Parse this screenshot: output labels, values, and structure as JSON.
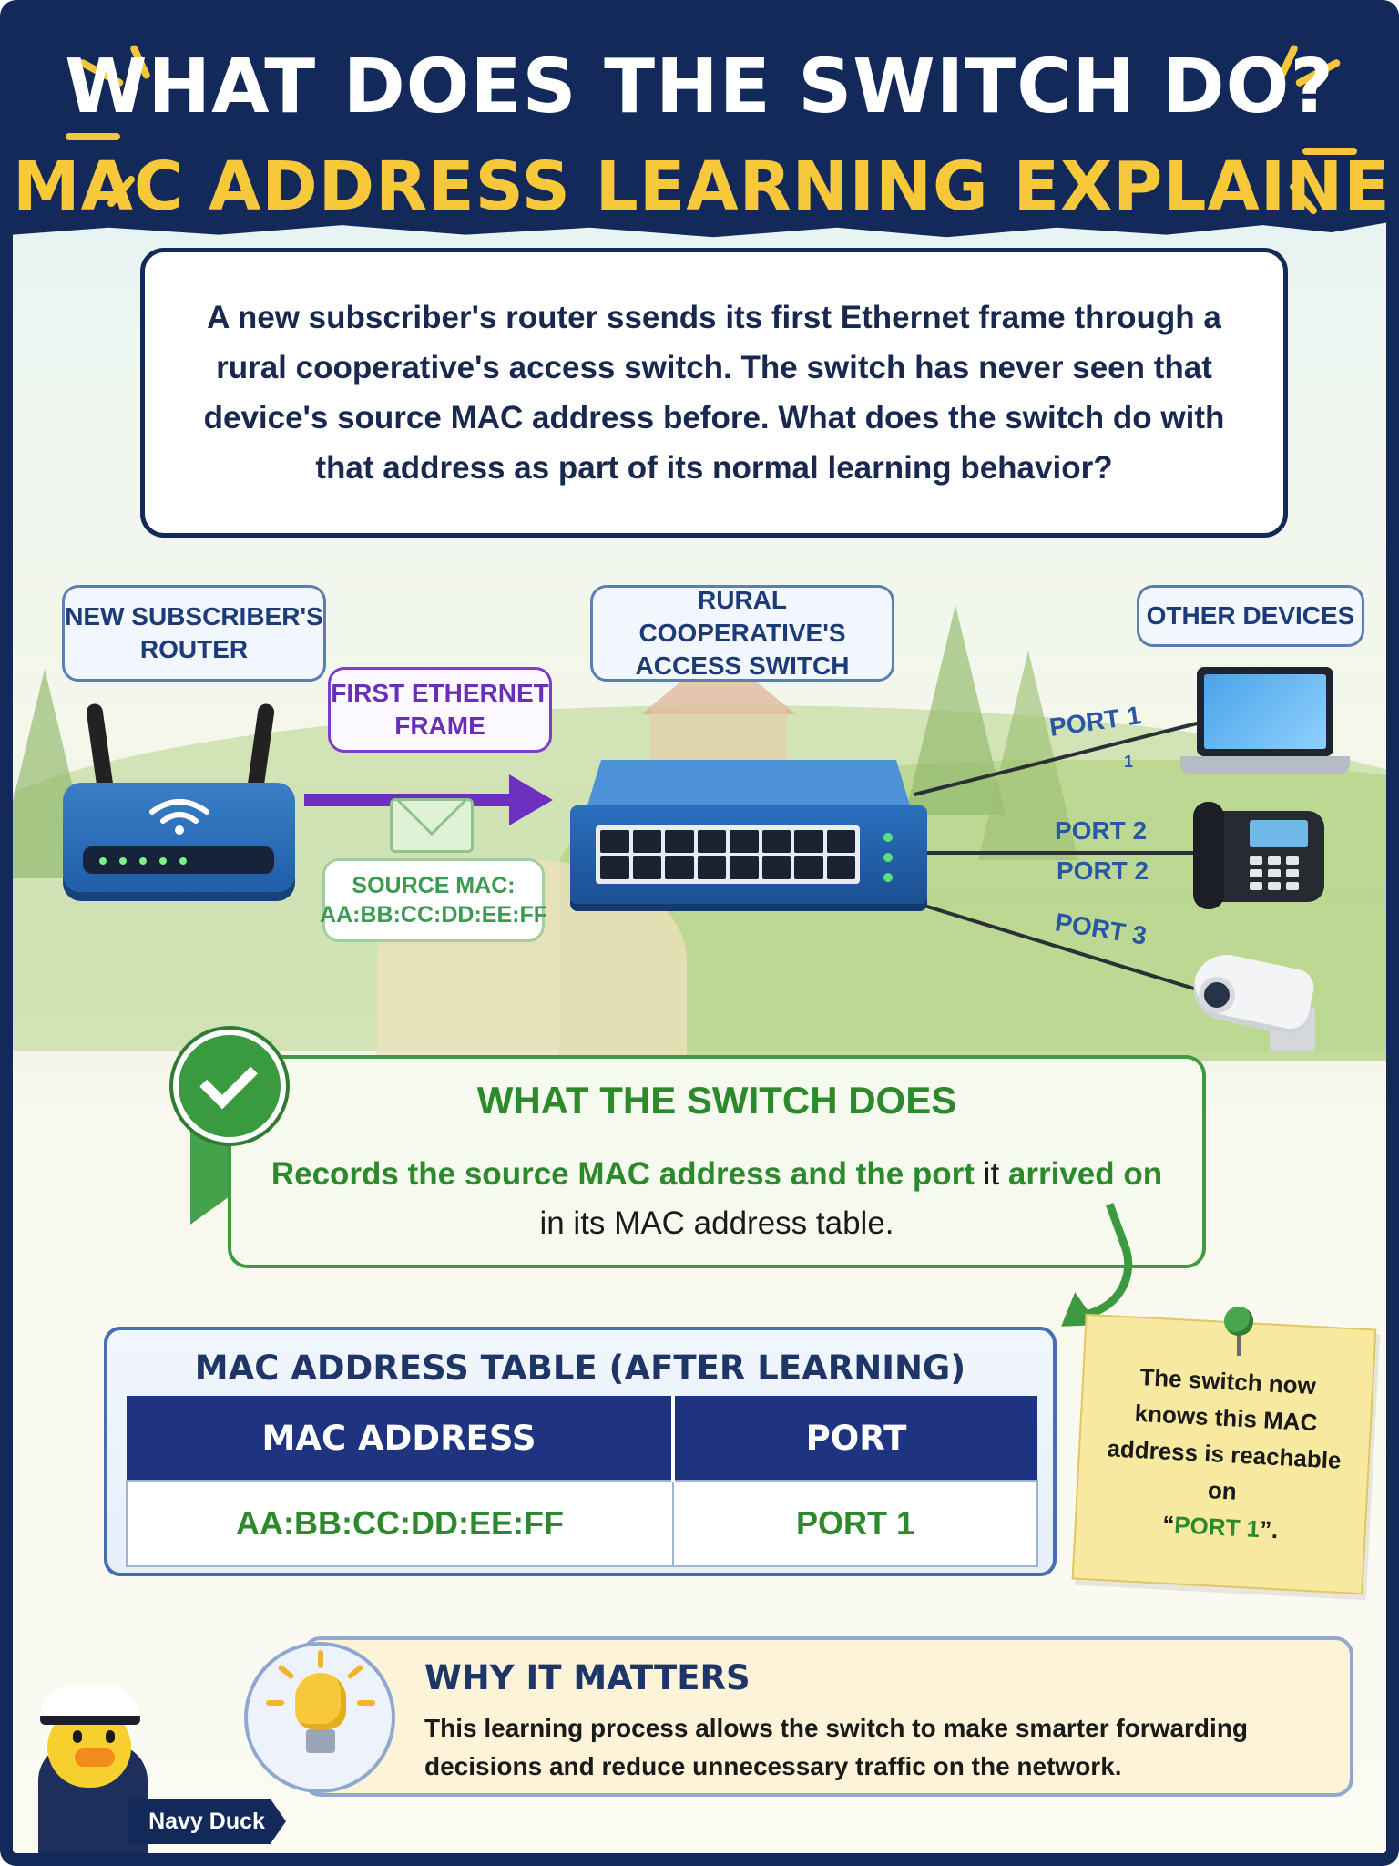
{
  "header": {
    "title": "WHAT DOES THE SWITCH DO?",
    "subtitle": "MAC ADDRESS LEARNING EXPLAINED!"
  },
  "question": "A new subscriber's router ssends its first Ethernet frame through a rural cooperative's access switch. The switch has never seen that device's source MAC address before. What does the switch do with that address as part of its normal learning behavior?",
  "diagram": {
    "router_label": "NEW SUBSCRIBER'S ROUTER",
    "frame_label": "FIRST ETHERNET FRAME",
    "source_mac_label": "SOURCE MAC:",
    "source_mac_value": "AA:BB:CC:DD:EE:FF",
    "switch_label": "RURAL COOPERATIVE'S ACCESS SWITCH",
    "devices_label": "OTHER DEVICES",
    "ports": [
      "PORT 1",
      "PORT 2",
      "PORT 2",
      "PORT 3"
    ],
    "port_mark": "1",
    "devices": [
      "laptop-icon",
      "desk-phone-icon",
      "security-camera-icon"
    ]
  },
  "result": {
    "title": "WHAT THE SWITCH DOES",
    "hl1": "Records the source MAC address and the port",
    "t1": " it ",
    "hl2": "arrived on",
    "t2": " in its MAC address table."
  },
  "table": {
    "title": "MAC ADDRESS TABLE (AFTER LEARNING)",
    "columns": [
      "MAC ADDRESS",
      "PORT"
    ],
    "rows": [
      [
        "AA:BB:CC:DD:EE:FF",
        "PORT 1"
      ]
    ]
  },
  "note": {
    "text": "The switch now knows this MAC address is reachable on",
    "open_quote": "“",
    "highlight": "PORT 1",
    "close": "”."
  },
  "why": {
    "title": "WHY IT MATTERS",
    "text": "This learning process allows the switch to make smarter forwarding decisions and reduce unnecessary traffic on the network."
  },
  "mascot": {
    "name": "Navy Duck"
  },
  "colors": {
    "navy": "#13295a",
    "yellow": "#f7c93a",
    "green": "#2c8a2c",
    "purple": "#6c2fbf",
    "blue": "#2a57a4"
  }
}
